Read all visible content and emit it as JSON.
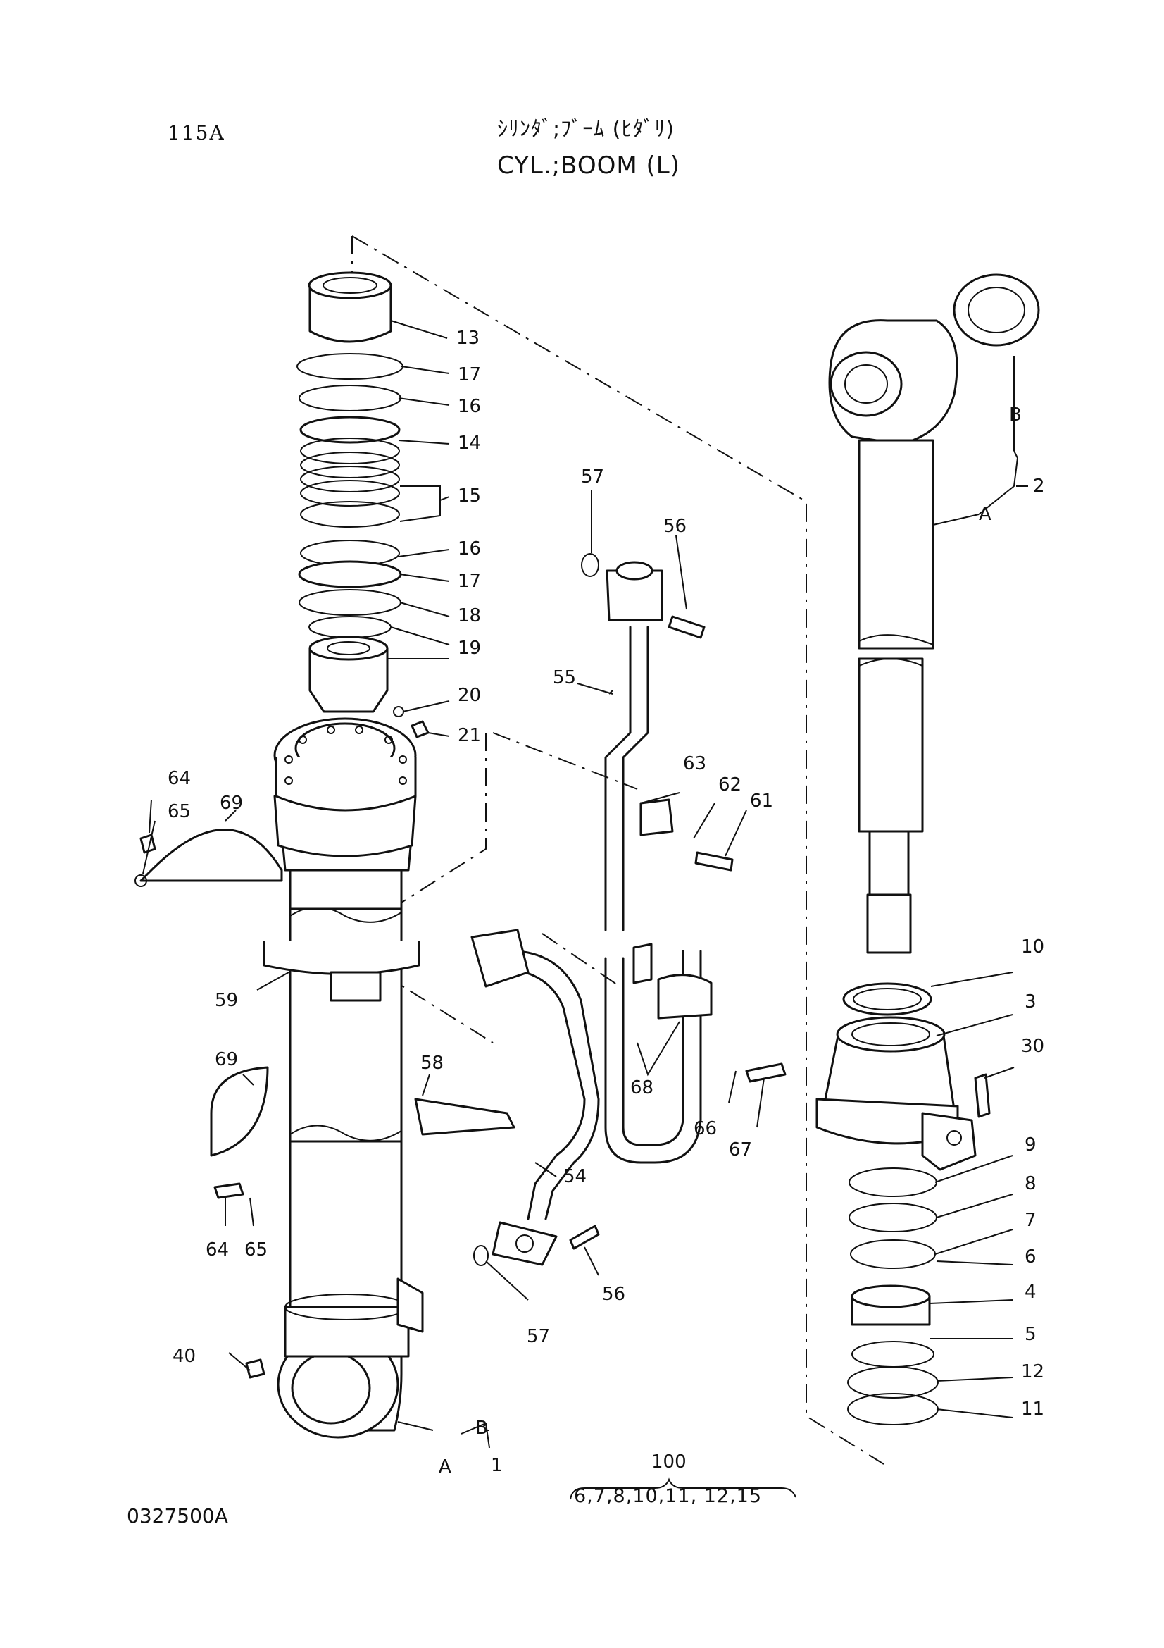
{
  "header": {
    "page_number": "115A",
    "title_jp": "ｼﾘﾝﾀﾞ;ﾌﾞｰﾑ (ﾋﾀﾞﾘ)",
    "title_en": "CYL.;BOOM (L)"
  },
  "footer": {
    "drawing_number": "0327500A",
    "kit_number": "100",
    "kit_contents": "6,7,8,10,11, 12,15"
  },
  "callouts": {
    "c13": "13",
    "c17a": "17",
    "c16a": "16",
    "c14": "14",
    "c15": "15",
    "c16b": "16",
    "c17b": "17",
    "c18": "18",
    "c19": "19",
    "c20": "20",
    "c21": "21",
    "c64a": "64",
    "c65a": "65",
    "c69a": "69",
    "c59": "59",
    "c69b": "69",
    "c58": "58",
    "c64b": "64",
    "c65b": "65",
    "c40": "40",
    "c57a": "57",
    "c56a": "56",
    "c55": "55",
    "c63": "63",
    "c62": "62",
    "c61": "61",
    "c68": "68",
    "c66": "66",
    "c67": "67",
    "c54": "54",
    "c57b": "57",
    "c56b": "56",
    "c10": "10",
    "c3": "3",
    "c30": "30",
    "c9": "9",
    "c8": "8",
    "c7": "7",
    "c6": "6",
    "c4": "4",
    "c5": "5",
    "c12": "12",
    "c11": "11",
    "c2": "2",
    "cB1": "B",
    "cA1": "A",
    "cB2": "B",
    "cA2": "A",
    "c1": "1"
  }
}
